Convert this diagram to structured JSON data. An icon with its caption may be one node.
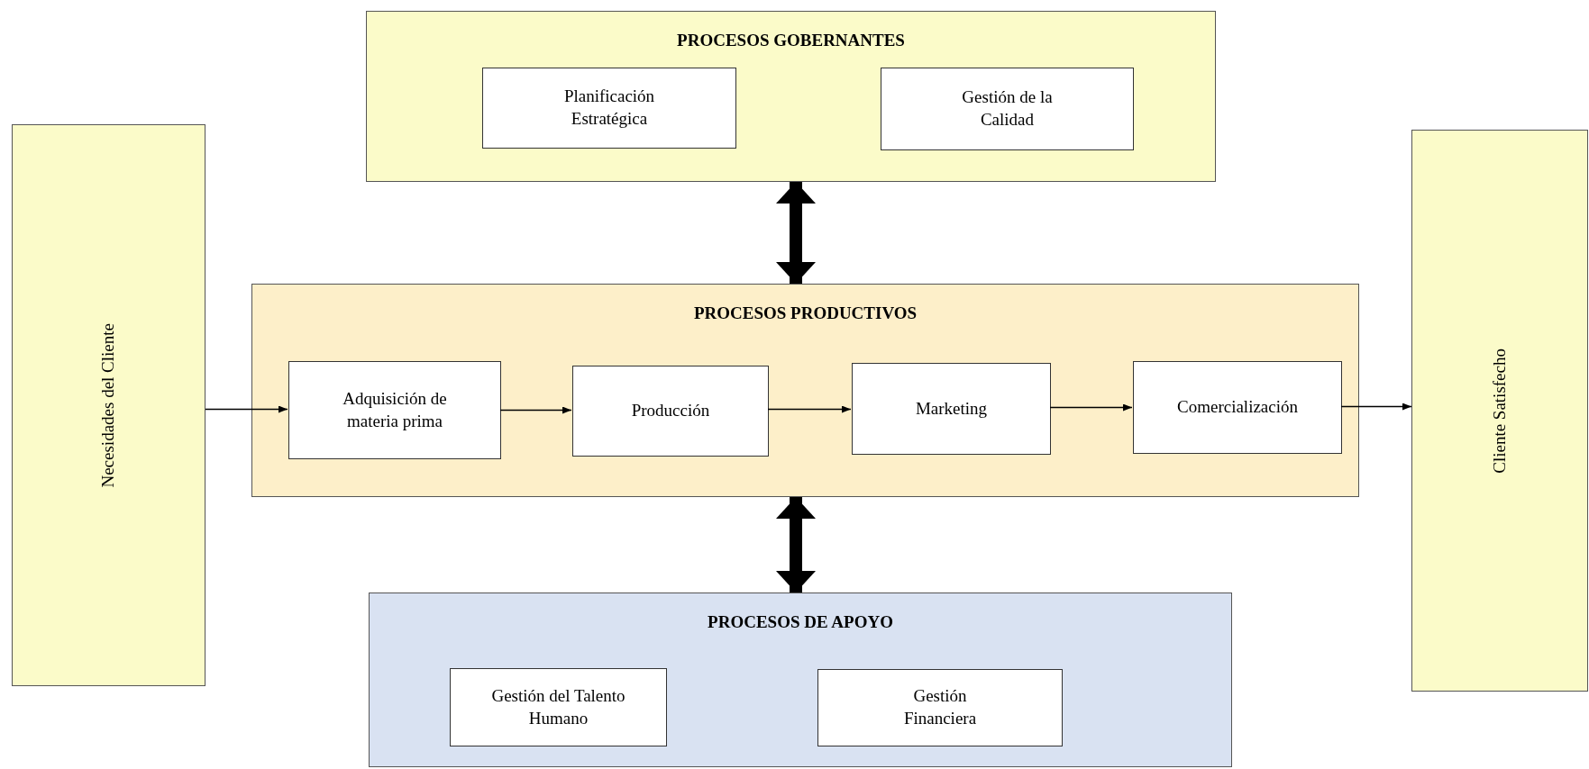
{
  "diagram": {
    "nodes": [
      {
        "text": [
          "Necesidades del Cliente"
        ]
      },
      {
        "text": [
          "PROCESOS GOBERNANTES"
        ]
      },
      {
        "text": [
          "Planificación Estratégica"
        ],
        "in": 1
      },
      {
        "text": [
          "Gestión de la Calidad"
        ],
        "in": 1
      },
      {
        "text": [
          "PROCESOS PRODUCTIVOS"
        ]
      },
      {
        "text": [
          "Adquisición de materia prima"
        ],
        "in": 4
      },
      {
        "text": [
          "Producción"
        ],
        "in": 4
      },
      {
        "text": [
          "Marketing"
        ],
        "in": 4
      },
      {
        "text": [
          "Comercialización"
        ],
        "in": 4
      },
      {
        "text": [
          "PROCESOS DE APOYO"
        ]
      },
      {
        "text": [
          "Gestión del Talento Humano"
        ],
        "in": 9
      },
      {
        "text": [
          "Gestión Financiera"
        ],
        "in": 9
      },
      {
        "text": [
          "Cliente Satisfecho"
        ]
      }
    ],
    "edges": [
      {
        "from": 0,
        "to": 5,
        "arrow": "to"
      },
      {
        "from": 5,
        "to": 6,
        "arrow": "to"
      },
      {
        "from": 6,
        "to": 7,
        "arrow": "to"
      },
      {
        "from": 7,
        "to": 8,
        "arrow": "to"
      },
      {
        "from": 8,
        "to": 12,
        "arrow": "to"
      },
      {
        "from": 1,
        "to": 4,
        "arrow": "both",
        "style": "thick"
      },
      {
        "from": 4,
        "to": 9,
        "arrow": "both",
        "style": "thick"
      }
    ]
  }
}
